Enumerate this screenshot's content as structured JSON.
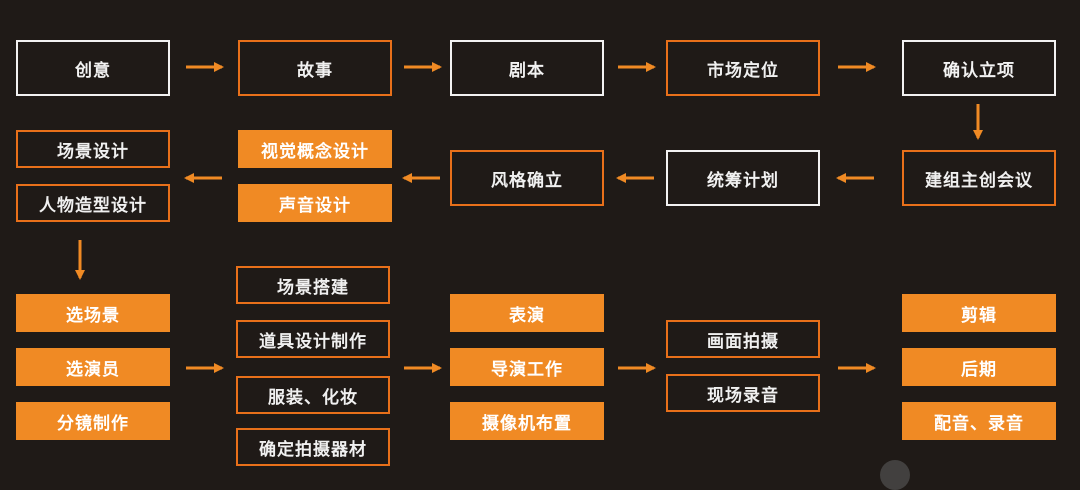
{
  "colors": {
    "background": "#1f1a17",
    "accent": "#f08a24",
    "outline": "#e8701a",
    "white": "#f2f2f2"
  },
  "row1": {
    "idea": "创意",
    "story": "故事",
    "script": "剧本",
    "market": "市场定位",
    "approve": "确认立项"
  },
  "row2": {
    "scene_design": "场景设计",
    "character_design": "人物造型设计",
    "visual_concept": "视觉概念设计",
    "sound_design": "声音设计",
    "style": "风格确立",
    "planning": "统筹计划",
    "kickoff": "建组主创会议"
  },
  "row3": {
    "location": "选场景",
    "casting": "选演员",
    "storyboard": "分镜制作",
    "set_build": "场景搭建",
    "props": "道具设计制作",
    "costume": "服装、化妆",
    "equipment": "确定拍摄器材",
    "acting": "表演",
    "directing": "导演工作",
    "camera": "摄像机布置",
    "shooting": "画面拍摄",
    "recording": "现场录音",
    "editing": "剪辑",
    "post": "后期",
    "dubbing": "配音、录音"
  }
}
